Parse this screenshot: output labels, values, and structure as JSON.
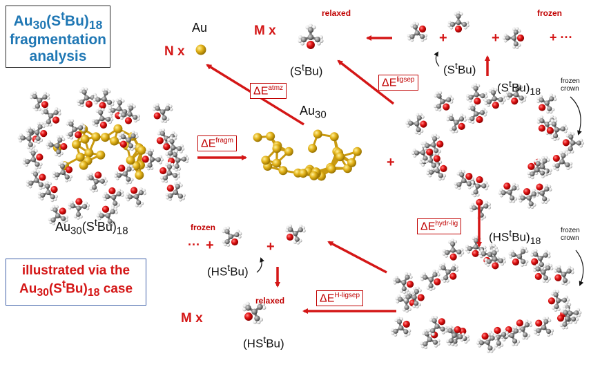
{
  "title_box": {
    "line1": "Au",
    "line1_sub": "30",
    "line1_b": "(S",
    "line1_sup": "t",
    "line1_c": "Bu)",
    "line1_sub2": "18",
    "line2": "fragmentation",
    "line3": "analysis"
  },
  "case_box": {
    "line1": "illustrated via the",
    "line2_a": "Au",
    "line2_sub": "30",
    "line2_b": "(S",
    "line2_sup": "t",
    "line2_c": "Bu)",
    "line2_sub2": "18",
    "line2_d": " case"
  },
  "labels": {
    "complex_name": {
      "a": "Au",
      "sub": "30",
      "b": "(S",
      "sup": "t",
      "c": "Bu)",
      "sub2": "18"
    },
    "au_atom": "Au",
    "au30": {
      "a": "Au",
      "sub": "30"
    },
    "n_x": "N x",
    "m_x_top": "M x",
    "m_x_bottom": "M x",
    "relaxed_top": "relaxed",
    "relaxed_bottom": "relaxed",
    "frozen_top": "frozen",
    "frozen_bottom": "frozen",
    "stbu_top": {
      "a": "(S",
      "sup": "t",
      "b": "Bu)"
    },
    "stbu_frozen": {
      "a": "(S",
      "sup": "t",
      "b": "Bu)"
    },
    "hstbu_frozen": {
      "a": "(HS",
      "sup": "t",
      "b": "Bu)"
    },
    "hstbu_bottom": {
      "a": "(HS",
      "sup": "t",
      "b": "Bu)"
    },
    "crown_top": {
      "a": "(S",
      "sup": "t",
      "b": "Bu)",
      "sub": "18",
      "word1": "frozen",
      "word2": "crown"
    },
    "crown_bottom": {
      "a": "(HS",
      "sup": "t",
      "b": "Bu)",
      "sub": "18",
      "word1": "frozen",
      "word2": "crown"
    },
    "plus": "+",
    "dots": "···",
    "plus_dots": "+ ···"
  },
  "energies": {
    "fragm": {
      "base": "ΔE",
      "sup": "fragm"
    },
    "atmz": {
      "base": "ΔE",
      "sup": "atmz"
    },
    "ligsep": {
      "base": "ΔE",
      "sup": "ligsep"
    },
    "hydr_lig": {
      "base": "ΔE",
      "sup": "hydr-lig"
    },
    "h_ligsep": {
      "base": "ΔE",
      "sup": "H-ligsep"
    }
  },
  "colors": {
    "arrow": "#d41616",
    "sulfur": "#e01010",
    "gold": "#e3b31a",
    "carbon": "#8c8c8c",
    "hydrogen": "#e8e8e8",
    "title_blue": "#1f77b4"
  }
}
